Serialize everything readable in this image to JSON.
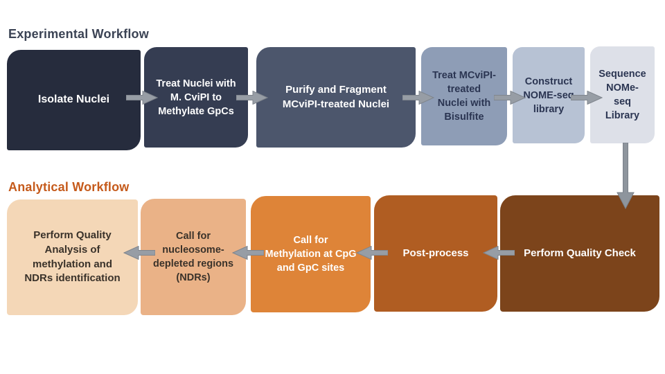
{
  "experimental": {
    "title": "Experimental Workflow",
    "title_color": "#3b4354",
    "direction": "left-to-right",
    "steps": [
      {
        "label": "Isolate Nuclei",
        "bg": "#262c3d",
        "text_color": "#ffffff"
      },
      {
        "label": "Treat Nuclei with\nM. CviPI to\nMethylate GpCs",
        "bg": "#353d52",
        "text_color": "#ffffff"
      },
      {
        "label": "Purify and Fragment\nMCviPI-treated Nuclei",
        "bg": "#4c566c",
        "text_color": "#ffffff"
      },
      {
        "label": "Treat MCviPI-\ntreated\nNuclei with\nBisulfite",
        "bg": "#8e9db6",
        "text_color": "#2b3552"
      },
      {
        "label": "Construct\nNOME-seq\nlibrary",
        "bg": "#b7c2d4",
        "text_color": "#2b3552"
      },
      {
        "label": "Sequence\nNOMe-\nseq\nLibrary",
        "bg": "#dde0e8",
        "text_color": "#2b3552"
      }
    ]
  },
  "analytical": {
    "title": "Analytical Workflow",
    "title_color": "#c55a1b",
    "direction": "right-to-left",
    "steps": [
      {
        "label": "Perform Quality Check",
        "bg": "#7c441b",
        "text_color": "#ffffff"
      },
      {
        "label": "Post-process",
        "bg": "#b05d22",
        "text_color": "#ffffff"
      },
      {
        "label": "Call for\nMethylation at CpG\nand GpC sites",
        "bg": "#de8438",
        "text_color": "#ffffff"
      },
      {
        "label": "Call for\nnucleosome-\ndepleted regions\n(NDRs)",
        "bg": "#eab287",
        "text_color": "#3a322a"
      },
      {
        "label": "Perform Quality\nAnalysis of\nmethylation and\nNDRs identification",
        "bg": "#f4d7b7",
        "text_color": "#3a322a"
      }
    ]
  },
  "connectors": {
    "color": "#979da5",
    "border_color": "#7f858d",
    "cross_row_link": "Sequence NOMe-seq Library -> Perform Quality Check"
  }
}
